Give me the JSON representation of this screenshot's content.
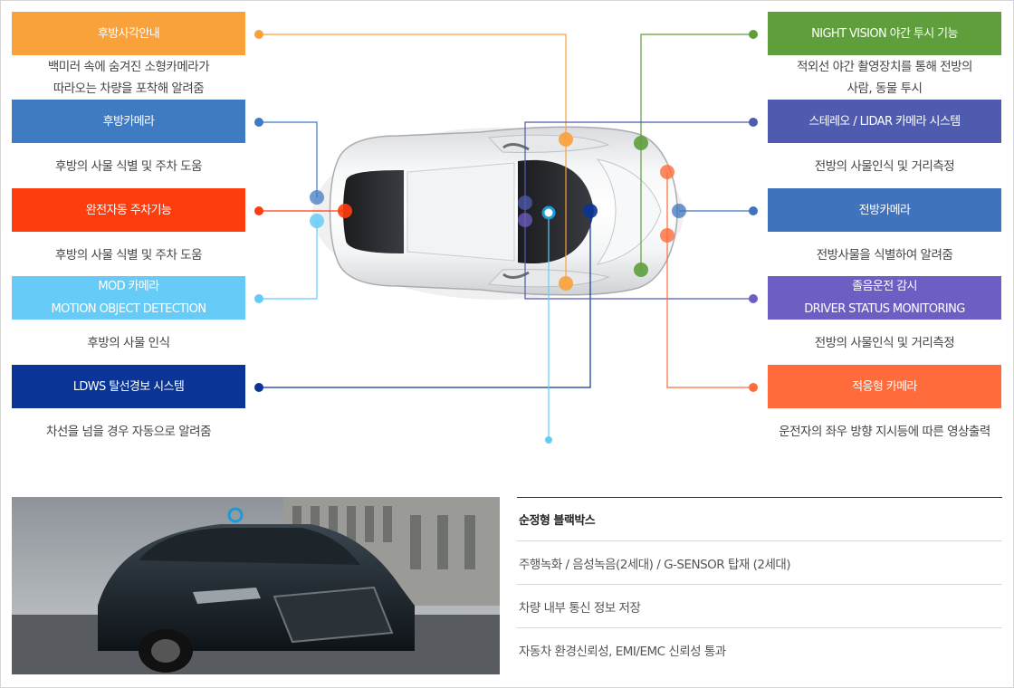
{
  "left_features": [
    {
      "title": [
        "후방사각안내"
      ],
      "desc": [
        "백미러 속에 숨겨진 소형카메라가",
        "따라오는 차량을 포착해 알려줌"
      ],
      "color": "#F9A13A"
    },
    {
      "title": [
        "후방카메라"
      ],
      "desc": [
        "후방의 사물 식별 및 주차 도움"
      ],
      "color": "#3F7BC3"
    },
    {
      "title": [
        "완전자동 주차기능"
      ],
      "desc": [
        "후방의 사물 식별 및 주차 도움"
      ],
      "color": "#FF3C0D"
    },
    {
      "title": [
        "MOD 카메라",
        "MOTION OBJECT DETECTION"
      ],
      "desc": [
        "후방의 사물 인식"
      ],
      "color": "#66CCF7"
    },
    {
      "title": [
        "LDWS 탈선경보 시스템"
      ],
      "desc": [
        "차선을 넘을 경우 자동으로 알려줌"
      ],
      "color": "#0A3596"
    }
  ],
  "right_features": [
    {
      "title": [
        "NIGHT VISION 야간 투시 기능"
      ],
      "desc": [
        "적외선 야간 촬영장치를 통해 전방의",
        "사람, 동물 투시"
      ],
      "color": "#5E9E3B"
    },
    {
      "title": [
        "스테레오 / LIDAR 카메라 시스템"
      ],
      "desc": [
        "전방의 사물인식 및 거리측정"
      ],
      "color": "#4E5BAE"
    },
    {
      "title": [
        "전방카메라"
      ],
      "desc": [
        "전방사물을 식별하여 알려줌"
      ],
      "color": "#3F73BE"
    },
    {
      "title": [
        "졸음운전 감시",
        "DRIVER STATUS MONITORING"
      ],
      "desc": [
        "전방의 사물인식 및 거리측정"
      ],
      "color": "#6B5FC4"
    },
    {
      "title": [
        "적응형 카메라"
      ],
      "desc": [
        "운전자의 좌우 방향 지시등에 따른 영상출력"
      ],
      "color": "#FF6B3A"
    }
  ],
  "spec_title": "순정형 블랙박스",
  "spec_items": [
    "주행녹화 / 음성녹음(2세대) / G-SENSOR 탑재 (2세대)",
    "차량 내부 통신 정보 저장",
    "자동차 환경신뢰성, EMI/EMC 신뢰성 통과"
  ],
  "blackbox_marker_color": "#1A9BD8"
}
